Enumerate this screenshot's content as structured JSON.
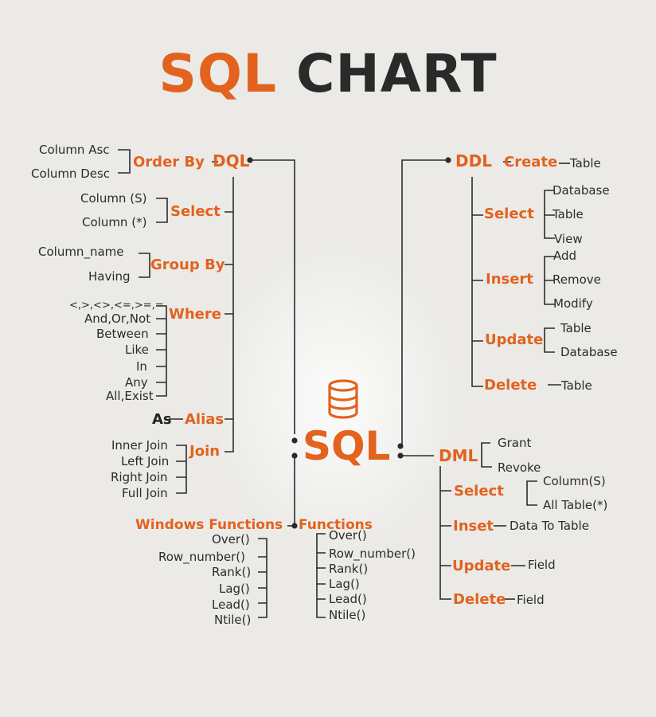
{
  "title": {
    "part1": "SQL",
    "part2": "CHART"
  },
  "hub": "SQL",
  "dql": {
    "label": "DQL",
    "order_by": {
      "label": "Order By",
      "items": [
        "Column Asc",
        "Column Desc"
      ]
    },
    "select": {
      "label": "Select",
      "items": [
        "Column (S)",
        "Column (*)"
      ]
    },
    "group_by": {
      "label": "Group By",
      "items": [
        "Column_name",
        "Having"
      ]
    },
    "where": {
      "label": "Where",
      "items": [
        "<,>,<>,<=,>=,=",
        "And,Or,Not",
        "Between",
        "Like",
        "In",
        "Any",
        "All,Exist"
      ]
    },
    "alias": {
      "prefix": "As",
      "label": "Alias"
    },
    "join": {
      "label": "Join",
      "items": [
        "Inner Join",
        "Left Join",
        "Right Join",
        "Full Join"
      ]
    },
    "windows_functions": {
      "label": "Windows Functions",
      "items": [
        "Over()",
        "Row_number()",
        "Rank()",
        "Lag()",
        "Lead()",
        "Ntile()"
      ]
    },
    "functions": {
      "label": "Functions",
      "items": [
        "Over()",
        "Row_number()",
        "Rank()",
        "Lag()",
        "Lead()",
        "Ntile()"
      ]
    }
  },
  "ddl": {
    "label": "DDL",
    "create": {
      "label": "Create",
      "target": "Table"
    },
    "select": {
      "label": "Select",
      "items": [
        "Database",
        "Table",
        "View"
      ]
    },
    "insert": {
      "label": "Insert",
      "items": [
        "Add",
        "Remove",
        "Modify"
      ]
    },
    "update": {
      "label": "Update",
      "items": [
        "Table",
        "Database"
      ]
    },
    "delete": {
      "label": "Delete",
      "target": "Table"
    }
  },
  "dml": {
    "label": "DML",
    "items": [
      "Grant",
      "Revoke"
    ],
    "select": {
      "label": "Select",
      "items": [
        "Column(S)",
        "All Table(*)"
      ]
    },
    "inset": {
      "label": "Inset",
      "target": "Data To Table"
    },
    "update": {
      "label": "Update",
      "target": "Field"
    },
    "delete": {
      "label": "Delete",
      "target": "Field"
    }
  }
}
